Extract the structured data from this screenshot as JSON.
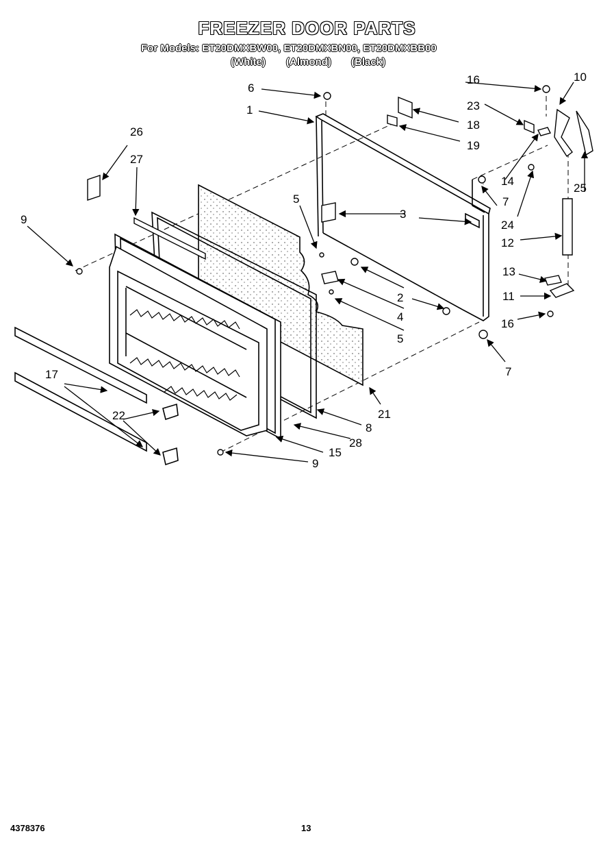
{
  "header": {
    "title": "FREEZER DOOR PARTS",
    "models_line": "For Models: ET20DMXBW00, ET20DMXBN00, ET20DMXBB00",
    "colors": [
      "(White)",
      "(Almond)",
      "(Black)"
    ]
  },
  "callouts": [
    "1",
    "2",
    "3",
    "4",
    "5",
    "5",
    "6",
    "7",
    "7",
    "8",
    "9",
    "9",
    "10",
    "11",
    "12",
    "13",
    "14",
    "15",
    "16",
    "16",
    "17",
    "18",
    "19",
    "21",
    "22",
    "23",
    "24",
    "25",
    "26",
    "27",
    "28"
  ],
  "footer": {
    "doc_number": "4378376",
    "page_number": "13"
  }
}
